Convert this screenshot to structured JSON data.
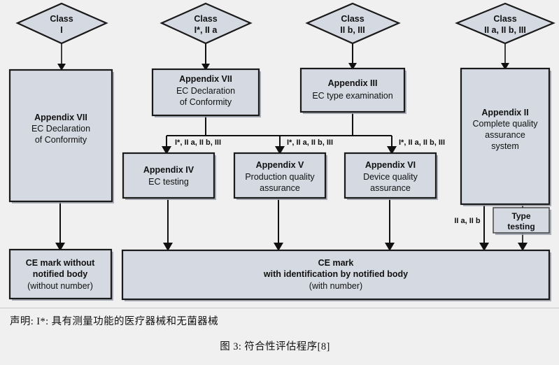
{
  "figure": {
    "background_color": "#f0f0f0",
    "node_fill": "#d4d9e2",
    "node_stroke": "#1a1a1a",
    "note": "声明: I*: 具有测量功能的医疗器械和无菌器械",
    "caption": "图 3: 符合性评估程序[8]"
  },
  "diamonds": [
    {
      "id": "class-1",
      "line1": "Class",
      "line2": "I"
    },
    {
      "id": "class-1s-2a",
      "line1": "Class",
      "line2": "I*, II a"
    },
    {
      "id": "class-2b-3",
      "line1": "Class",
      "line2": "II b, III"
    },
    {
      "id": "class-2a-2b-3",
      "line1": "Class",
      "line2": "II a, II b, III"
    }
  ],
  "boxes": [
    {
      "id": "appendix-vii-left",
      "title": "Appendix VII",
      "lines": [
        "EC Declaration",
        "of Conformity"
      ]
    },
    {
      "id": "appendix-vii-mid",
      "title": "Appendix VII",
      "lines": [
        "EC Declaration",
        "of Conformity"
      ]
    },
    {
      "id": "appendix-iii",
      "title": "Appendix III",
      "lines": [
        "EC type examination"
      ]
    },
    {
      "id": "appendix-ii",
      "title": "Appendix II",
      "lines": [
        "Complete quality",
        "assurance",
        "system"
      ]
    },
    {
      "id": "appendix-iv",
      "title": "Appendix IV",
      "lines": [
        "EC testing"
      ]
    },
    {
      "id": "appendix-v",
      "title": "Appendix V",
      "lines": [
        "Production quality",
        "assurance"
      ]
    },
    {
      "id": "appendix-vi",
      "title": "Appendix VI",
      "lines": [
        "Device quality",
        "assurance"
      ]
    },
    {
      "id": "type-testing",
      "title": "Type",
      "lines": [
        "testing"
      ]
    },
    {
      "id": "ce-mark-without",
      "title": "CE mark without",
      "lines": [
        "notified body",
        "(without number)"
      ]
    },
    {
      "id": "ce-mark-with",
      "title": "CE mark",
      "lines": [
        "with identification by notified body",
        "(with number)"
      ]
    }
  ],
  "edge_labels": [
    {
      "id": "edge-to-iv",
      "text": "I*, II a, II b, III"
    },
    {
      "id": "edge-to-v",
      "text": "I*, II a, II b, III"
    },
    {
      "id": "edge-to-vi",
      "text": "I*, II a, II b, III"
    },
    {
      "id": "edge-appendix-ii-down",
      "text": "II a, II b"
    }
  ]
}
